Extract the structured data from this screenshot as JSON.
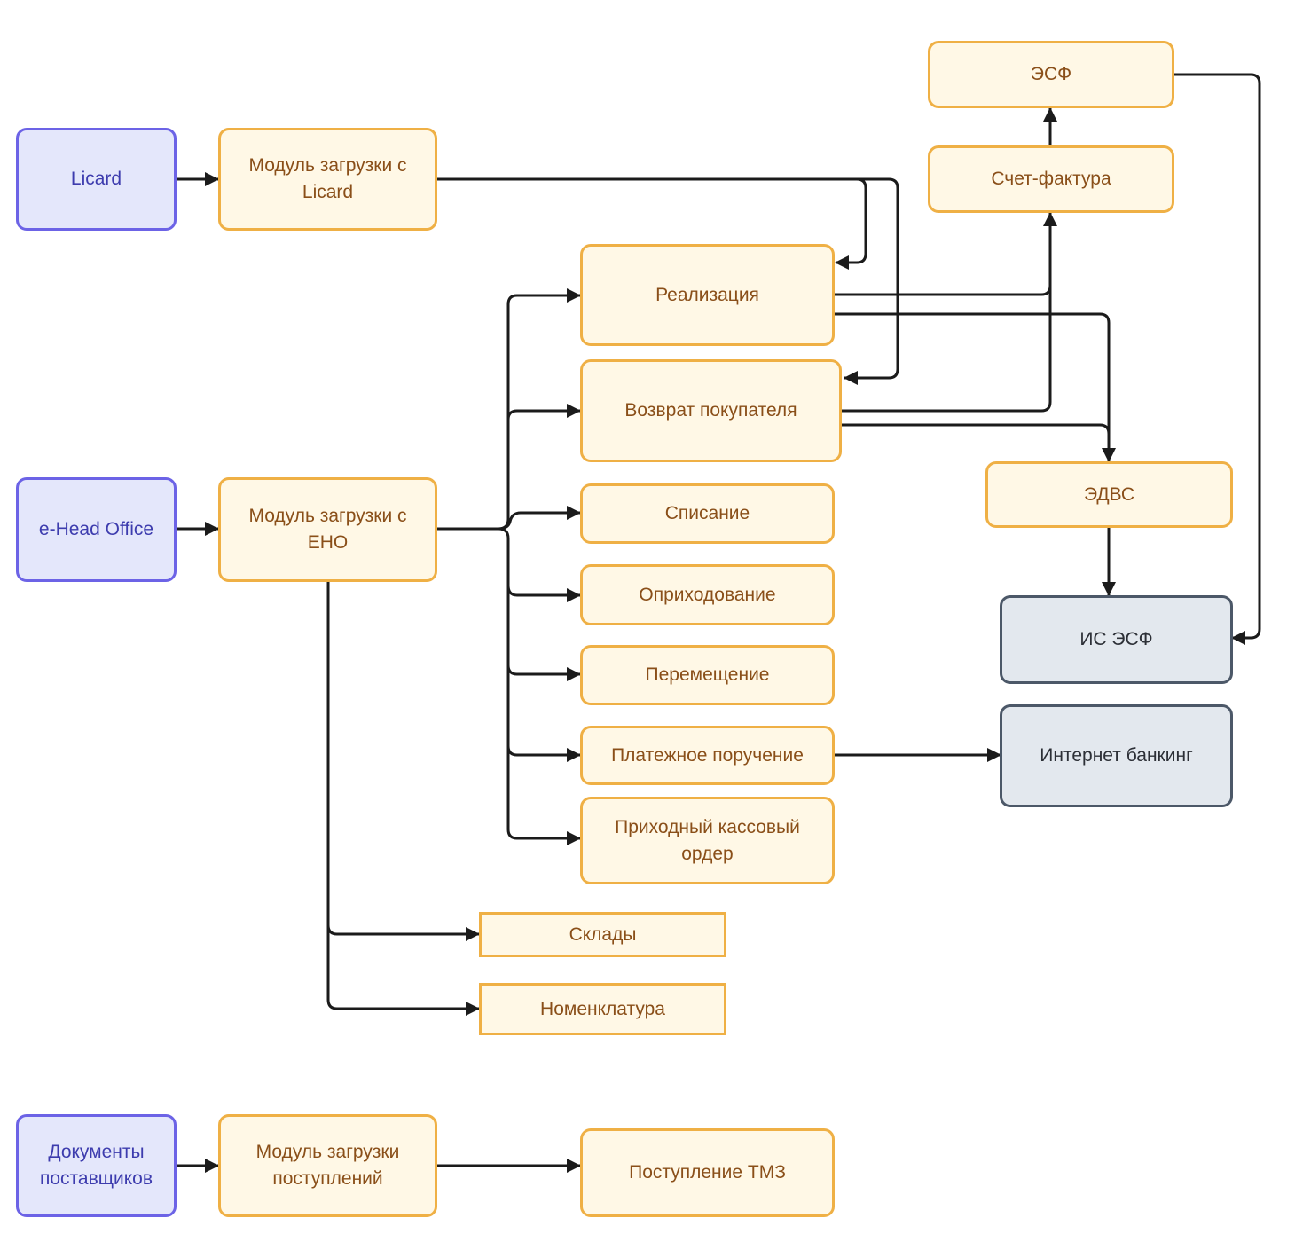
{
  "colors": {
    "source_fill": "#e4e7fb",
    "source_border": "#6c63e6",
    "module_fill": "#fff8e6",
    "module_border": "#efb045",
    "external_fill": "#e3e8ee",
    "external_border": "#4c5868",
    "edge": "#1b1b1b"
  },
  "nodes": {
    "licard": "Licard",
    "ehead": "e-Head Office",
    "supplier_docs": "Документы поставщиков",
    "mod_licard": "Модуль загрузки с Licard",
    "mod_eho": "Модуль загрузки с ЕНО",
    "mod_receipts": "Модуль загрузки поступлений",
    "realization": "Реализация",
    "customer_return": "Возврат покупателя",
    "writeoff": "Списание",
    "posting": "Оприходование",
    "transfer": "Перемещение",
    "payment_order": "Платежное поручение",
    "cash_receipt": "Приходный кассовый ордер",
    "warehouses": "Склады",
    "nomenclature": "Номенклатура",
    "goods_receipt": "Поступление ТМЗ",
    "esf": "ЭСФ",
    "invoice": "Счет-фактура",
    "edvs": "ЭДВС",
    "is_esf": "ИС ЭСФ",
    "internet_banking": "Интернет банкинг"
  }
}
